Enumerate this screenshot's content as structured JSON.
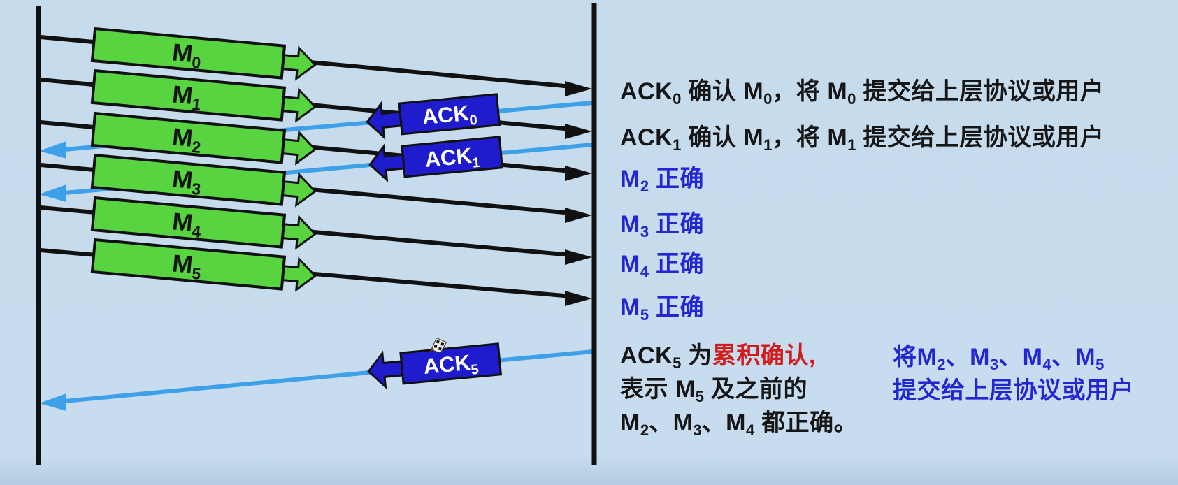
{
  "colors": {
    "background": "#c6dbec",
    "black": "#161616",
    "blue": "#2227d2",
    "red": "#cf1d1d",
    "frame_green": "#57d43f",
    "ack_box_blue": "#1e1ccd",
    "ack_line_blue": "#3da0e8",
    "line_black": "#111111",
    "ack_text_white": "#ffffff"
  },
  "diagram": {
    "messages": [
      {
        "name": "M",
        "sub": "0"
      },
      {
        "name": "M",
        "sub": "1"
      },
      {
        "name": "M",
        "sub": "2"
      },
      {
        "name": "M",
        "sub": "3"
      },
      {
        "name": "M",
        "sub": "4"
      },
      {
        "name": "M",
        "sub": "5"
      }
    ],
    "acks": [
      {
        "name": "ACK",
        "sub": "0"
      },
      {
        "name": "ACK",
        "sub": "1"
      },
      {
        "name": "ACK",
        "sub": "5"
      }
    ]
  },
  "annotations": {
    "lines": [
      {
        "color": "black",
        "segments": [
          {
            "t": "ACK"
          },
          {
            "t": "0",
            "sub": true
          },
          {
            "t": " 确认 M"
          },
          {
            "t": "0",
            "sub": true
          },
          {
            "t": "，将 M"
          },
          {
            "t": "0",
            "sub": true
          },
          {
            "t": " 提交给上层协议或用户"
          }
        ]
      },
      {
        "color": "black",
        "segments": [
          {
            "t": "ACK"
          },
          {
            "t": "1",
            "sub": true
          },
          {
            "t": " 确认 M"
          },
          {
            "t": "1",
            "sub": true
          },
          {
            "t": "，将 M"
          },
          {
            "t": "1",
            "sub": true
          },
          {
            "t": " 提交给上层协议或用户"
          }
        ]
      },
      {
        "color": "blue",
        "segments": [
          {
            "t": "M"
          },
          {
            "t": "2",
            "sub": true
          },
          {
            "t": " 正确"
          }
        ]
      },
      {
        "color": "blue",
        "segments": [
          {
            "t": "M"
          },
          {
            "t": "3",
            "sub": true
          },
          {
            "t": " 正确"
          }
        ]
      },
      {
        "color": "blue",
        "segments": [
          {
            "t": "M"
          },
          {
            "t": "4",
            "sub": true
          },
          {
            "t": " 正确"
          }
        ]
      },
      {
        "color": "blue",
        "segments": [
          {
            "t": "M"
          },
          {
            "t": "5",
            "sub": true
          },
          {
            "t": " 正确"
          }
        ]
      }
    ],
    "para_left": {
      "line1": [
        {
          "t": "ACK"
        },
        {
          "t": "5",
          "sub": true
        },
        {
          "t": " 为"
        },
        {
          "t": "累积确认,",
          "color": "red"
        }
      ],
      "line2": [
        {
          "t": "表示 M"
        },
        {
          "t": "5",
          "sub": true
        },
        {
          "t": " 及之前的"
        }
      ],
      "line3": [
        {
          "t": "M"
        },
        {
          "t": "2",
          "sub": true
        },
        {
          "t": "、M"
        },
        {
          "t": "3",
          "sub": true
        },
        {
          "t": "、M"
        },
        {
          "t": "4",
          "sub": true
        },
        {
          "t": " 都正确。"
        }
      ]
    },
    "para_right": {
      "line1": [
        {
          "t": "将M"
        },
        {
          "t": "2",
          "sub": true
        },
        {
          "t": "、M"
        },
        {
          "t": "3",
          "sub": true
        },
        {
          "t": "、M"
        },
        {
          "t": "4",
          "sub": true
        },
        {
          "t": "、M"
        },
        {
          "t": "5",
          "sub": true
        }
      ],
      "line2": [
        {
          "t": "提交给上层协议或用户"
        }
      ]
    }
  }
}
